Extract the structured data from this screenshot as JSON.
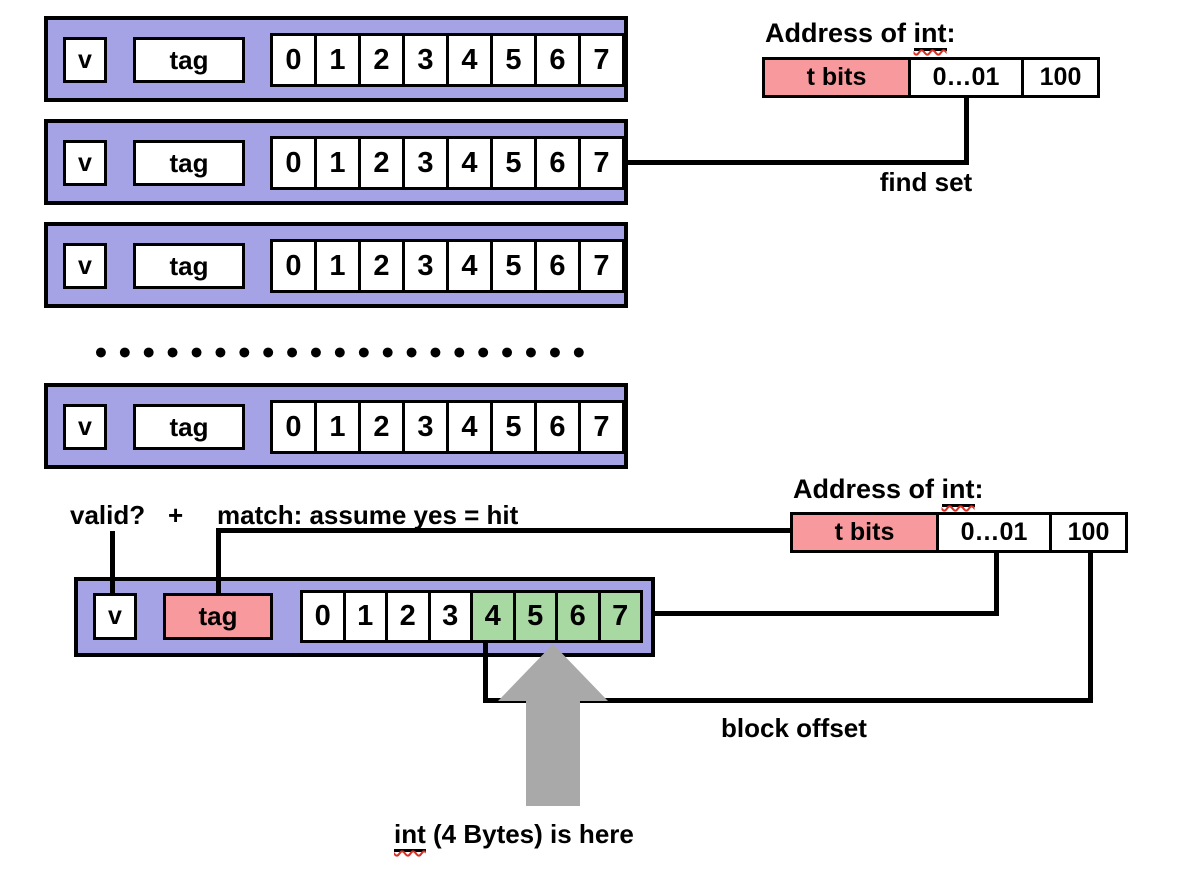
{
  "colors": {
    "row_purple": "#a5a3e6",
    "tag_pink": "#f8999d",
    "byte_green": "#a9d9a2",
    "arrow_gray": "#a9a9a9",
    "line_black": "#000000",
    "squiggle_red": "#d93025"
  },
  "cache": {
    "valid_label": "v",
    "tag_label": "tag",
    "cells": [
      "0",
      "1",
      "2",
      "3",
      "4",
      "5",
      "6",
      "7"
    ]
  },
  "address_top": {
    "title_prefix": "Address of ",
    "title_word": "int",
    "title_suffix": ":",
    "fields": [
      "t bits",
      "0…01",
      "100"
    ]
  },
  "address_bottom": {
    "title_prefix": "Address of ",
    "title_word": "int",
    "title_suffix": ":",
    "fields": [
      "t bits",
      "0…01",
      "100"
    ]
  },
  "labels": {
    "find_set": "find set",
    "valid_question": "valid?",
    "plus": "+",
    "match": "match: assume yes = hit",
    "block_offset": "block offset",
    "int_here_word": "int",
    "int_here_rest": " (4 Bytes) is here",
    "dots": "●●●●●●●●●●●●●●●●●●●●●"
  }
}
